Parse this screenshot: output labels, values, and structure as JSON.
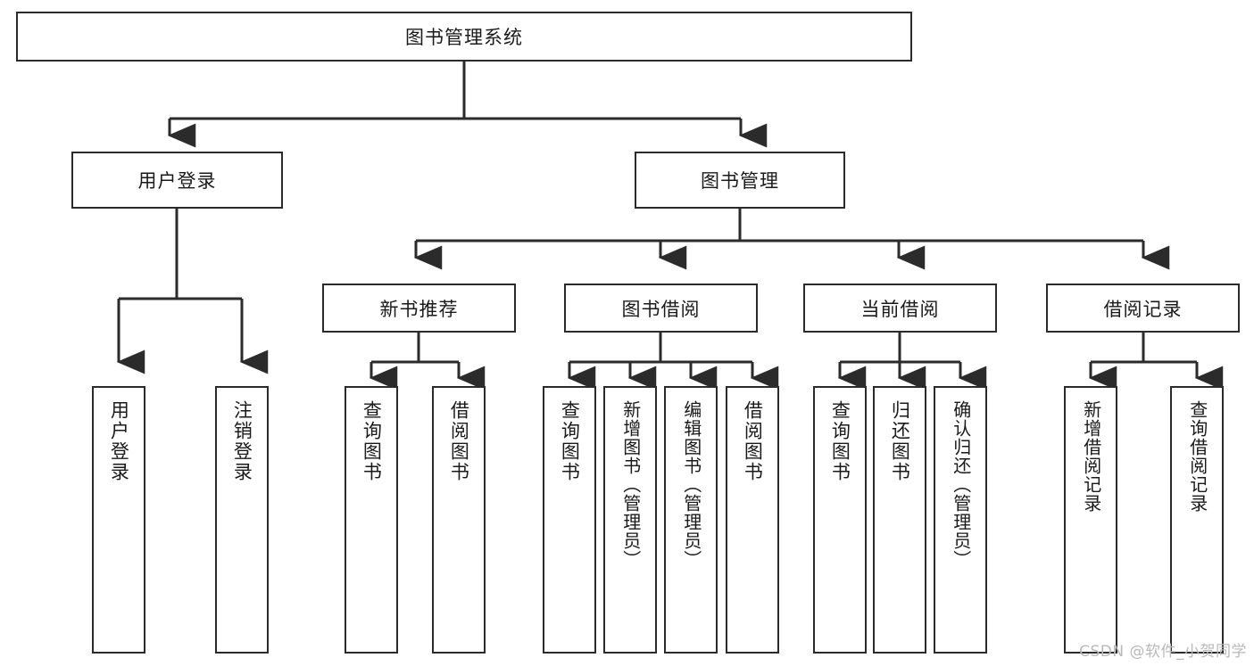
{
  "diagram": {
    "title": "图书管理系统",
    "type": "tree-hierarchy",
    "watermark": "CSDN @软件_小贺同学",
    "colors": {
      "background": "#ffffff",
      "box_border": "#2b2b2b",
      "box_fill": "#ffffff",
      "connector": "#2b2b2b",
      "text": "#1a1a1a",
      "watermark": "#b9b9b9"
    },
    "root": {
      "label": "图书管理系统"
    },
    "level2": [
      {
        "label": "用户登录"
      },
      {
        "label": "图书管理"
      }
    ],
    "level3": [
      {
        "label": "新书推荐"
      },
      {
        "label": "图书借阅"
      },
      {
        "label": "当前借阅"
      },
      {
        "label": "借阅记录"
      }
    ],
    "leaves": {
      "user_login": [
        {
          "label": "用户登录"
        },
        {
          "label": "注销登录"
        }
      ],
      "new_book_recommend": [
        {
          "label": "查询图书"
        },
        {
          "label": "借阅图书"
        }
      ],
      "book_borrow": [
        {
          "label": "查询图书"
        },
        {
          "label": "新增图书（管理员）"
        },
        {
          "label": "编辑图书（管理员）"
        },
        {
          "label": "借阅图书"
        }
      ],
      "current_borrow": [
        {
          "label": "查询图书"
        },
        {
          "label": "归还图书"
        },
        {
          "label": "确认归还（管理员）"
        }
      ],
      "borrow_record": [
        {
          "label": "新增借阅记录"
        },
        {
          "label": "查询借阅记录"
        }
      ]
    }
  }
}
